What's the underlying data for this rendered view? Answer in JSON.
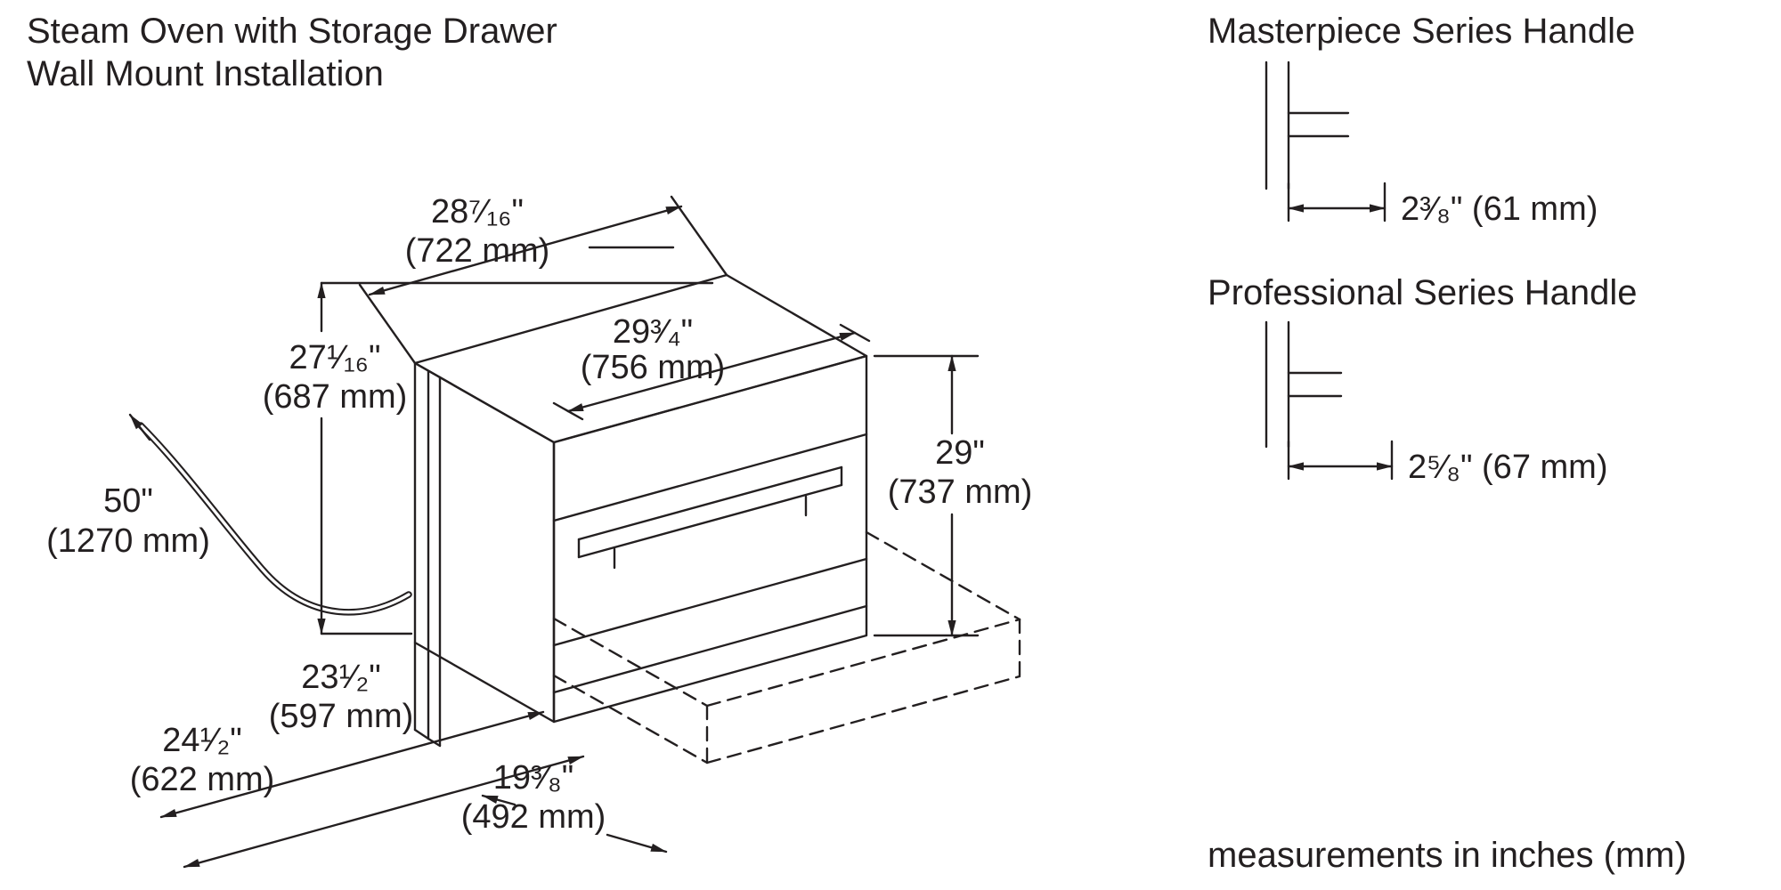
{
  "title": {
    "line1": "Steam Oven with Storage Drawer",
    "line2": "Wall Mount Installation"
  },
  "footnote": "measurements in inches (mm)",
  "colors": {
    "ink": "#231f20",
    "background": "#ffffff"
  },
  "dims": {
    "chassis_width": {
      "in": "28⁷⁄₁₆\"",
      "mm": "(722 mm)"
    },
    "door_width": {
      "in": "29³⁄₄\"",
      "mm": "(756 mm)"
    },
    "chassis_height": {
      "in": "27¹⁄₁₆\"",
      "mm": "(687 mm)"
    },
    "cord_length": {
      "in": "50\"",
      "mm": "(1270 mm)"
    },
    "overall_height": {
      "in": "29\"",
      "mm": "(737 mm)"
    },
    "base_depth_inner": {
      "in": "23¹⁄₂\"",
      "mm": "(597 mm)"
    },
    "base_depth_outer": {
      "in": "24¹⁄₂\"",
      "mm": "(622 mm)"
    },
    "drawer_extension": {
      "in": "19³⁄₈\"",
      "mm": "(492 mm)"
    }
  },
  "handles": {
    "masterpiece": {
      "title": "Masterpiece Series Handle",
      "dim": "2³⁄₈\" (61 mm)"
    },
    "professional": {
      "title": "Professional Series Handle",
      "dim": "2⁵⁄₈\" (67 mm)"
    }
  }
}
